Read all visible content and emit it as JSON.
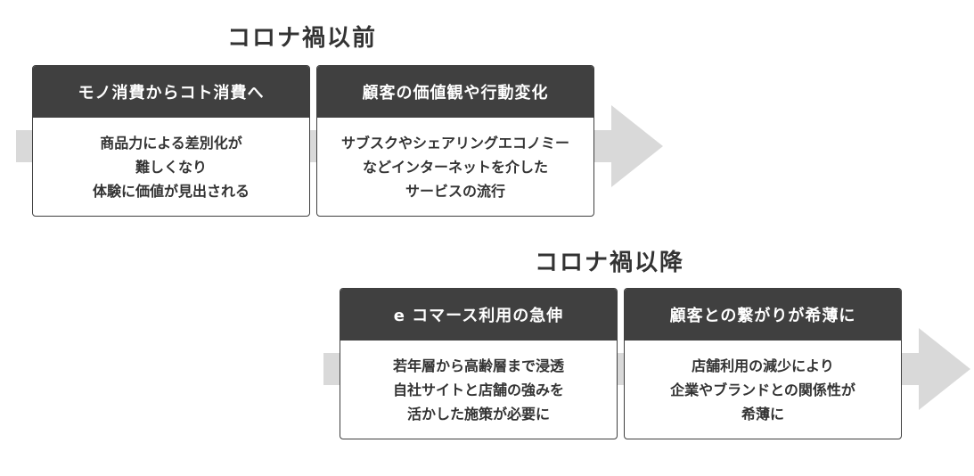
{
  "before": {
    "title": "コロナ禍以前",
    "cards": [
      {
        "heading": "モノ消費からコト消費へ",
        "lines": [
          "商品力による差別化が",
          "難しくなり",
          "体験に価値が見出される"
        ]
      },
      {
        "heading": "顧客の価値観や行動変化",
        "lines": [
          "サブスクやシェアリングエコノミー",
          "などインターネットを介した",
          "サービスの流行"
        ]
      }
    ]
  },
  "after": {
    "title": "コロナ禍以降",
    "cards": [
      {
        "heading": "e コマース利用の急伸",
        "lines": [
          "若年層から高齢層まで浸透",
          "自社サイトと店舗の強みを",
          "活かした施策が必要に"
        ]
      },
      {
        "heading": "顧客との繋がりが希薄に",
        "lines": [
          "店舗利用の減少により",
          "企業やブランドとの関係性が",
          "希薄に"
        ]
      }
    ]
  },
  "colors": {
    "header_bg": "#404040",
    "arrow": "#d9d9d9",
    "text": "#333333"
  }
}
